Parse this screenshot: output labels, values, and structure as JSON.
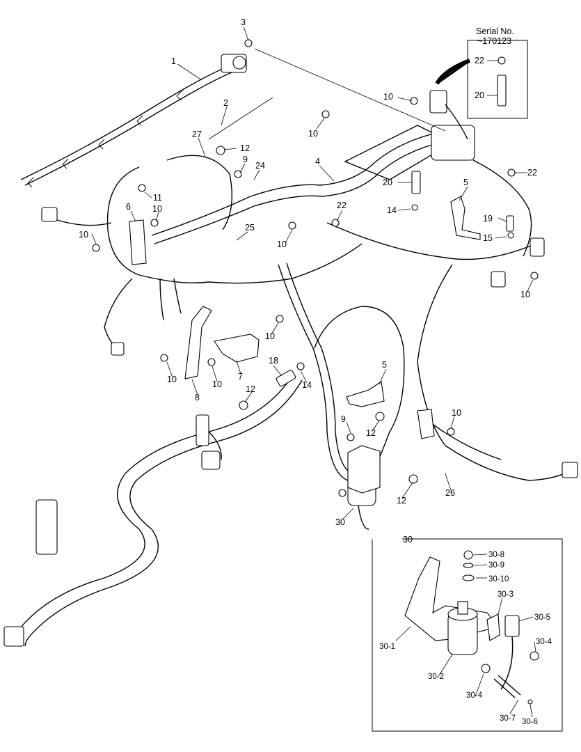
{
  "serial_box": {
    "title": "Serial No.",
    "range": "~170123",
    "callouts": [
      "22",
      "20"
    ]
  },
  "callouts": [
    {
      "id": "c-3",
      "text": "3"
    },
    {
      "id": "c-1",
      "text": "1"
    },
    {
      "id": "c-2",
      "text": "2"
    },
    {
      "id": "c-27",
      "text": "27"
    },
    {
      "id": "c-12a",
      "text": "12"
    },
    {
      "id": "c-9a",
      "text": "9"
    },
    {
      "id": "c-24",
      "text": "24"
    },
    {
      "id": "c-4",
      "text": "4"
    },
    {
      "id": "c-10a",
      "text": "10"
    },
    {
      "id": "c-10b",
      "text": "10"
    },
    {
      "id": "c-20",
      "text": "20"
    },
    {
      "id": "c-14a",
      "text": "14"
    },
    {
      "id": "c-22a",
      "text": "22"
    },
    {
      "id": "c-22b",
      "text": "22"
    },
    {
      "id": "c-5a",
      "text": "5"
    },
    {
      "id": "c-19",
      "text": "19"
    },
    {
      "id": "c-15",
      "text": "15"
    },
    {
      "id": "c-11",
      "text": "11"
    },
    {
      "id": "c-6",
      "text": "6"
    },
    {
      "id": "c-10c",
      "text": "10"
    },
    {
      "id": "c-10d",
      "text": "10"
    },
    {
      "id": "c-25",
      "text": "25"
    },
    {
      "id": "c-10e",
      "text": "10"
    },
    {
      "id": "c-10f",
      "text": "10"
    },
    {
      "id": "c-10g",
      "text": "10"
    },
    {
      "id": "c-10h",
      "text": "10"
    },
    {
      "id": "c-10i",
      "text": "10"
    },
    {
      "id": "c-7",
      "text": "7"
    },
    {
      "id": "c-8",
      "text": "8"
    },
    {
      "id": "c-18",
      "text": "18"
    },
    {
      "id": "c-14b",
      "text": "14"
    },
    {
      "id": "c-5b",
      "text": "5"
    },
    {
      "id": "c-12b",
      "text": "12"
    },
    {
      "id": "c-9b",
      "text": "9"
    },
    {
      "id": "c-12c",
      "text": "12"
    },
    {
      "id": "c-10j",
      "text": "10"
    },
    {
      "id": "c-12d",
      "text": "12"
    },
    {
      "id": "c-26",
      "text": "26"
    },
    {
      "id": "c-30",
      "text": "30"
    }
  ],
  "detail_box": {
    "title": "30",
    "callouts": [
      "30-8",
      "30-9",
      "30-10",
      "30-3",
      "30-5",
      "30-4",
      "30-1",
      "30-2",
      "30-4",
      "30-7",
      "30-6"
    ]
  }
}
